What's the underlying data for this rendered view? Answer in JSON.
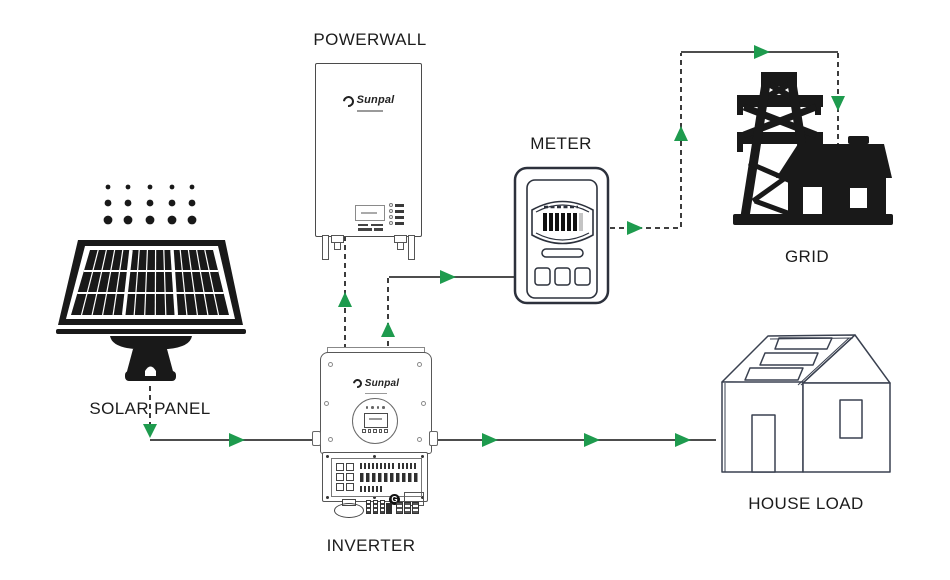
{
  "title": "Solar energy storage system diagram",
  "colors": {
    "background": "#ffffff",
    "arrow_green": "#1e9b4e",
    "solid_line": "#4d4d4d",
    "dashed_line": "#262626",
    "icon_black": "#191919",
    "outline_dark": "#2c313c"
  },
  "components": {
    "solar_panel": {
      "label": "SOLAR PANEL"
    },
    "powerwall": {
      "label": "POWERWALL",
      "brand": "Sunpal"
    },
    "inverter": {
      "label": "INVERTER",
      "brand": "Sunpal",
      "ground_label": "G"
    },
    "meter": {
      "label": "METER"
    },
    "grid": {
      "label": "GRID"
    },
    "house_load": {
      "label": "HOUSE LOAD"
    }
  },
  "flows": [
    {
      "from": "SOLAR PANEL",
      "to": "INVERTER",
      "style": "dashed-then-solid",
      "arrows": [
        "down",
        "right"
      ]
    },
    {
      "from": "INVERTER",
      "to": "POWERWALL",
      "style": "dashed",
      "arrows": [
        "up"
      ]
    },
    {
      "from": "INVERTER",
      "to": "METER",
      "style": "dashed-then-solid",
      "arrows": [
        "up",
        "right"
      ]
    },
    {
      "from": "METER",
      "to": "GRID",
      "style": "dashed-then-solid",
      "arrows": [
        "right",
        "up",
        "right",
        "down"
      ]
    },
    {
      "from": "INVERTER",
      "to": "HOUSE LOAD",
      "style": "solid",
      "arrows": [
        "right",
        "right",
        "right"
      ]
    }
  ]
}
